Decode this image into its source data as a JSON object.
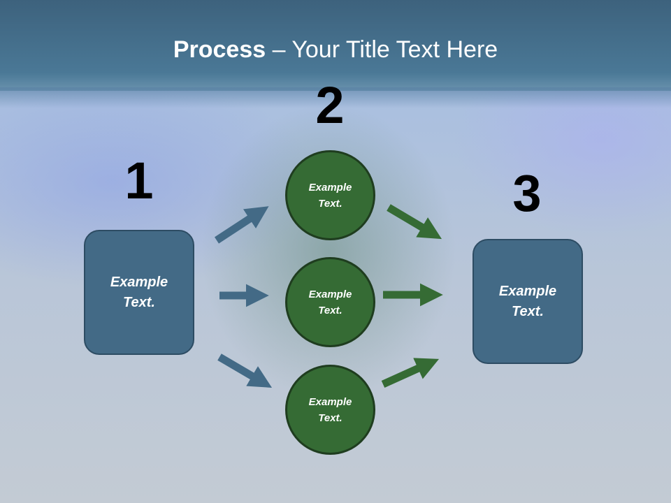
{
  "title": {
    "bold": "Process",
    "rest": " – Your Title Text Here"
  },
  "steps": [
    {
      "number": "1",
      "label_line1": "Example",
      "label_line2": "Text."
    },
    {
      "number": "2",
      "circles": [
        {
          "line1": "Example",
          "line2": "Text."
        },
        {
          "line1": "Example",
          "line2": "Text."
        },
        {
          "line1": "Example",
          "line2": "Text."
        }
      ]
    },
    {
      "number": "3",
      "label_line1": "Example",
      "label_line2": "Text."
    }
  ],
  "colors": {
    "box": "#436a86",
    "circle": "#356b34",
    "arrow_blue": "#436a86",
    "arrow_green": "#356b34"
  }
}
